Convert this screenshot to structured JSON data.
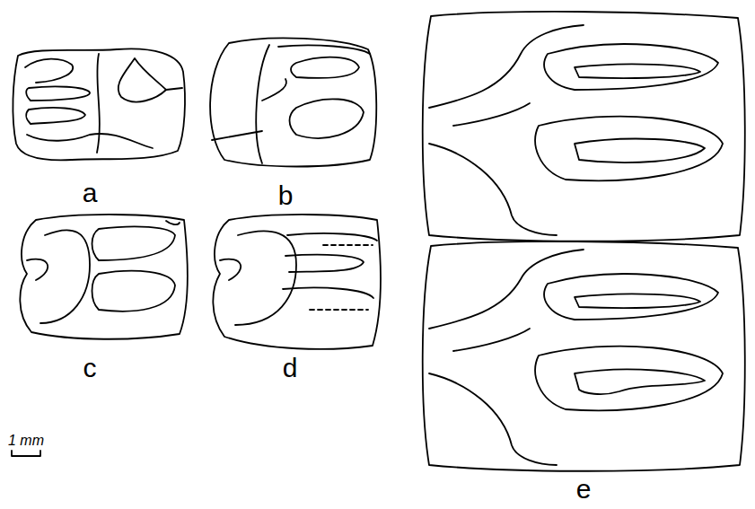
{
  "diagram": {
    "labels": [
      "a",
      "b",
      "c",
      "d",
      "e",
      "1 mm"
    ]
  }
}
